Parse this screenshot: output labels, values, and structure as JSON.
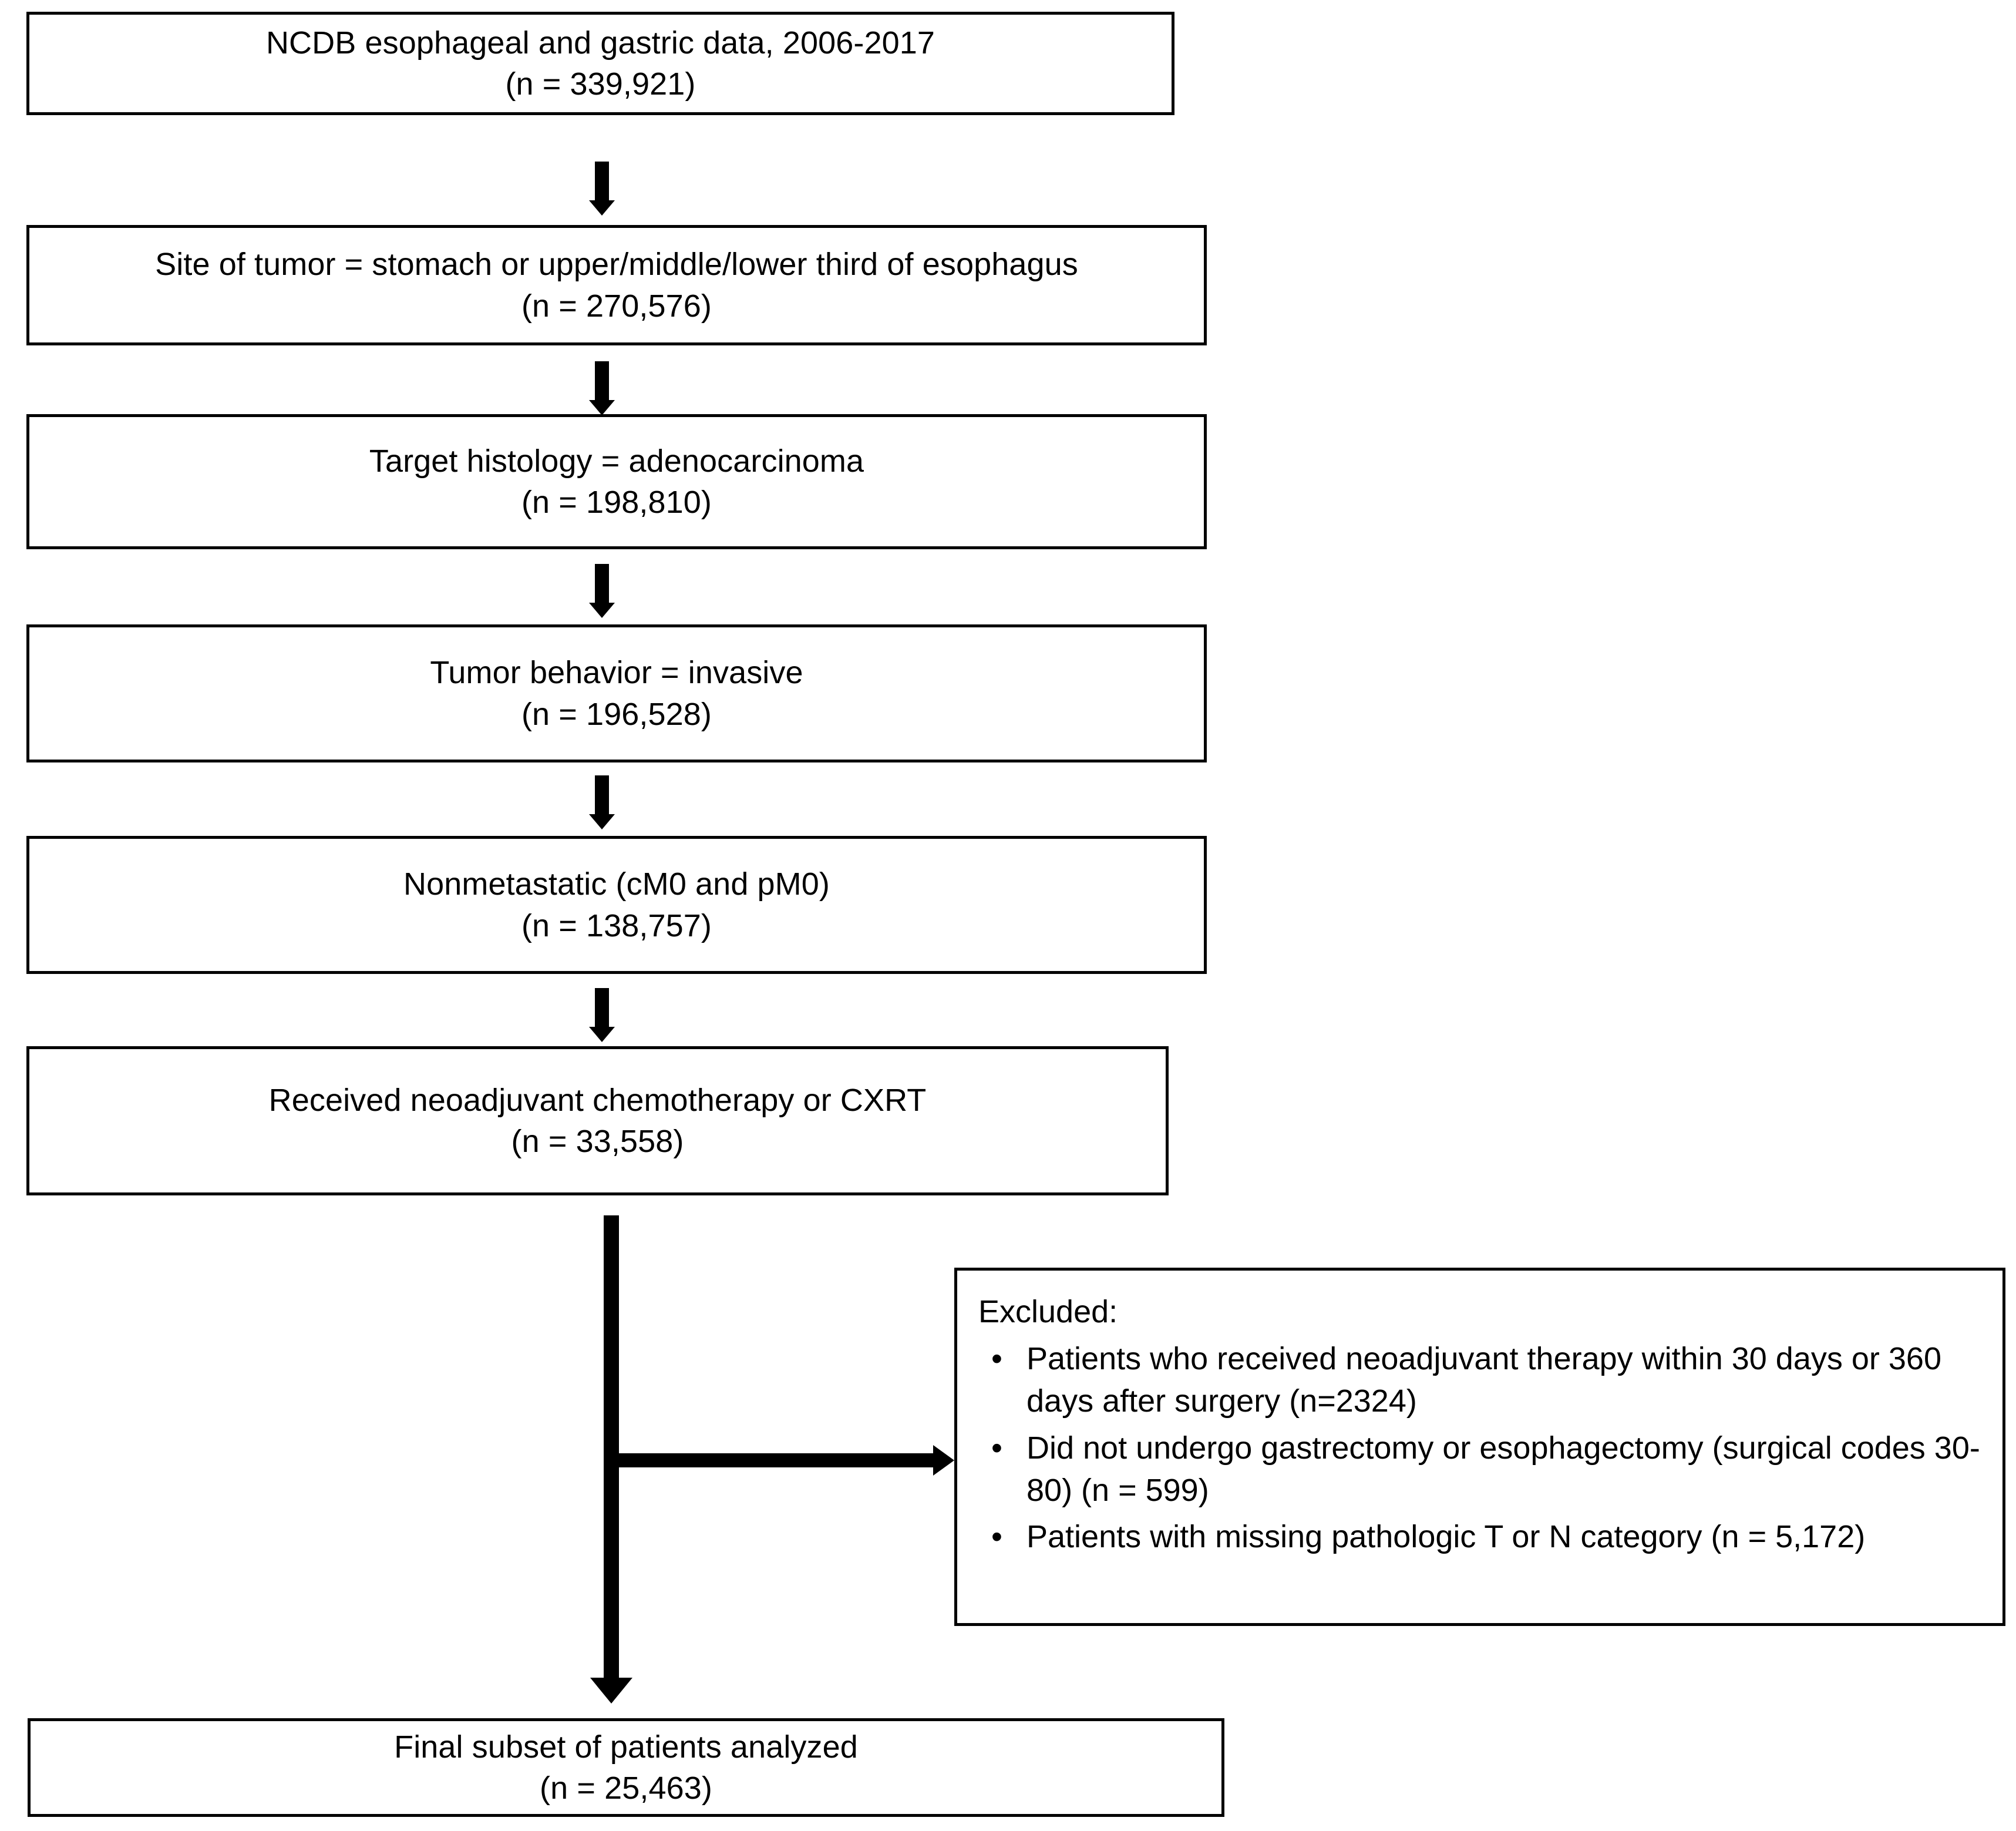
{
  "figure": {
    "type": "flowchart",
    "orientation": "vertical",
    "description": "CONSORT-style patient selection flow diagram"
  },
  "nodes": [
    {
      "id": "node-1",
      "line1": "NCDB esophageal and gastric data, 2006-2017",
      "line2": "(n = 339,921)"
    },
    {
      "id": "node-2",
      "line1": "Site of tumor  = stomach or upper/middle/lower third of esophagus",
      "line2": "(n = 270,576)"
    },
    {
      "id": "node-3",
      "line1": "Target histology = adenocarcinoma",
      "line2": "(n = 198,810)"
    },
    {
      "id": "node-4",
      "line1": "Tumor behavior = invasive",
      "line2": "(n = 196,528)"
    },
    {
      "id": "node-5",
      "line1": "Nonmetastatic (cM0 and pM0)",
      "line2": "(n = 138,757)"
    },
    {
      "id": "node-6",
      "line1": "Received  neoadjuvant chemotherapy or CXRT",
      "line2": "(n = 33,558)"
    },
    {
      "id": "node-final",
      "line1": "Final subset of patients analyzed",
      "line2": "(n = 25,463)"
    }
  ],
  "excluded": {
    "title": "Excluded:",
    "bullet_glyph": "•",
    "items": [
      "Patients who received  neoadjuvant therapy within 30 days or 360 days after surgery (n=2324)",
      "Did not undergo gastrectomy or esophagectomy (surgical codes 30-80) (n = 599)",
      "Patients with missing pathologic T or N category (n = 5,172)"
    ]
  },
  "colors": {
    "stroke": "#000000",
    "background": "#ffffff",
    "text": "#000000"
  }
}
